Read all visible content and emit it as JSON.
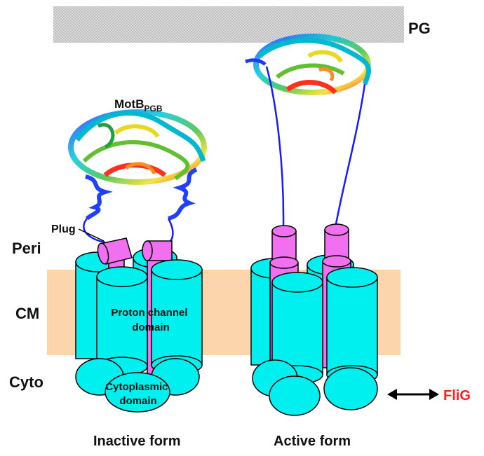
{
  "labels": {
    "pg": "PG",
    "peri": "Peri",
    "cm": "CM",
    "cyto": "Cyto",
    "plug": "Plug",
    "motb_main": "MotB",
    "motb_sub": "PGB",
    "proton_channel_1": "Proton channel",
    "proton_channel_2": "domain",
    "cytoplasmic_1": "Cytoplasmic",
    "cytoplasmic_2": "domain",
    "flig": "FliG",
    "inactive_form": "Inactive form",
    "active_form": "Active form"
  },
  "colors": {
    "membrane": "#fcd5ad",
    "pg_layer": "#d0d0d0",
    "cylinder": "#00f0f0",
    "plug": "#f070f0",
    "linker": "#1a1aff",
    "flig": "#ff2020",
    "text": "#111111"
  },
  "icons": {
    "flig_arrow": "double-headed-arrow-icon",
    "motb_structure": "protein-ribbon-icon"
  }
}
